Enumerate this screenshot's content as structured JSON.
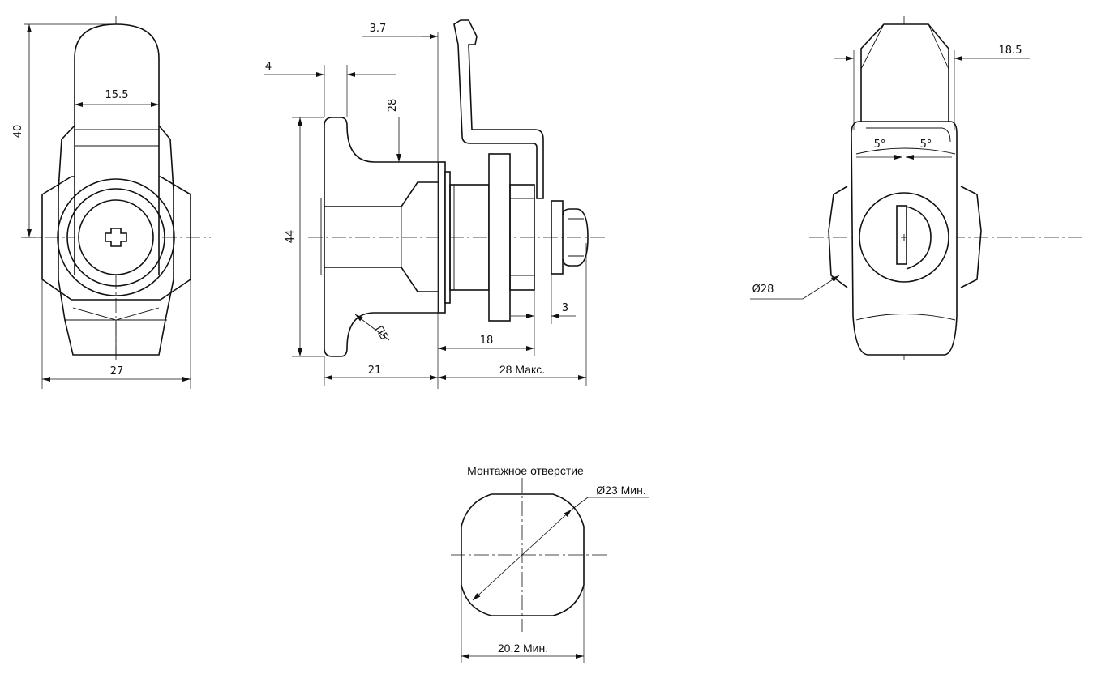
{
  "labels": {
    "front_height": "40",
    "front_cam_width": "15.5",
    "front_width": "27",
    "side_cam_thickness": "3.7",
    "side_flange_thickness": "4",
    "side_cam_offset": "28",
    "side_flange_height": "44",
    "side_radius": "П5",
    "side_nut_thickness": "3",
    "side_thread_length": "18",
    "side_flange_depth": "21",
    "side_max_length": "28 Макс.",
    "rear_cam_width": "18.5",
    "rear_angle_left": "5°",
    "rear_angle_right": "5°",
    "rear_diameter": "Ø28",
    "hole_title": "Монтажное отверстие",
    "hole_diameter": "Ø23 Мин.",
    "hole_width": "20.2 Мин."
  }
}
